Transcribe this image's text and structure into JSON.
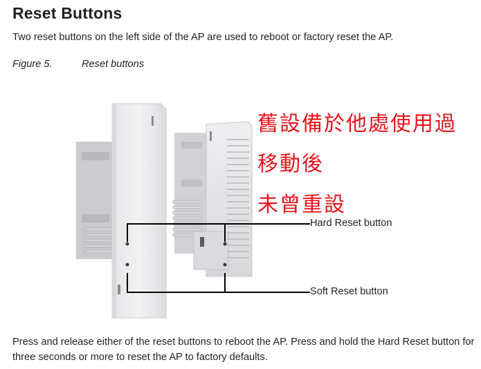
{
  "section": {
    "title": "Reset Buttons",
    "intro": "Two reset buttons on the left side of the AP are used to reboot or factory reset the AP."
  },
  "figure": {
    "number": "Figure 5.",
    "caption": "Reset buttons",
    "annotations": [
      "舊設備於他處使用過",
      "移動後",
      "未曾重設"
    ],
    "annotation_color": "#e8141b",
    "callouts": {
      "hard": "Hard Reset button",
      "soft": "Soft Reset button"
    }
  },
  "body": {
    "text": "Press and release either of the reset buttons to reboot the AP. Press and hold the Hard Reset button for three seconds or more to reset the AP to factory defaults."
  }
}
